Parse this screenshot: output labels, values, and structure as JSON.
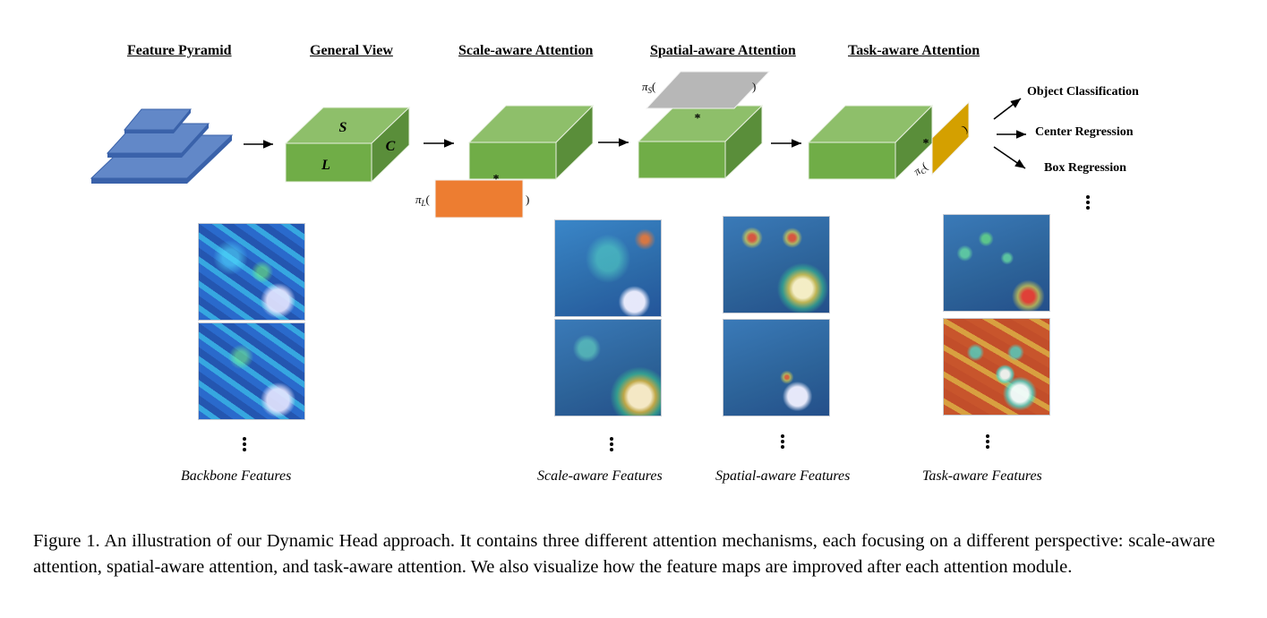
{
  "stages": [
    {
      "title": "Feature Pyramid"
    },
    {
      "title": "General View"
    },
    {
      "title": "Scale-aware Attention"
    },
    {
      "title": "Spatial-aware Attention"
    },
    {
      "title": "Task-aware Attention"
    }
  ],
  "general_view_axes": {
    "scale": "S",
    "level": "L",
    "channel": "C"
  },
  "attention_funcs": {
    "scale": {
      "symbol": "π",
      "sub": "L"
    },
    "spatial": {
      "symbol": "π",
      "sub": "S"
    },
    "task": {
      "symbol": "π",
      "sub": "C"
    },
    "open_paren": "(",
    "close_paren": ")",
    "operator": "*"
  },
  "outputs": [
    "Object Classification",
    "Center Regression",
    "Box Regression"
  ],
  "feature_labels": {
    "backbone": "Backbone Features",
    "scale": "Scale-aware Features",
    "spatial": "Spatial-aware Features",
    "task": "Task-aware Features"
  },
  "colors": {
    "pyramid_blue": "#6288c8",
    "pyramid_edge": "#3a62aa",
    "cube_front": "#70ad47",
    "cube_top": "#8ebf6a",
    "cube_side": "#5a8e3a",
    "scale_attention": "#ed7d31",
    "spatial_attention": "#b7b7b7",
    "task_attention": "#d4a000"
  },
  "caption": "Figure 1. An illustration of our Dynamic Head approach. It contains three different attention mechanisms, each focusing on a different perspective: scale-aware attention, spatial-aware attention, and task-aware attention. We also visualize how the feature maps are improved after each attention module."
}
